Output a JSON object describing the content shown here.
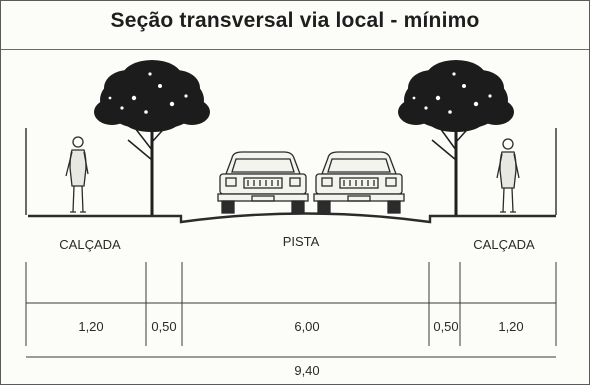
{
  "title": "Seção transversal via local - mínimo",
  "zones": {
    "left_sidewalk": "CALÇADA",
    "roadway": "PISTA",
    "right_sidewalk": "CALÇADA"
  },
  "dimensions": {
    "left_sidewalk": "1,20",
    "left_gutter": "0,50",
    "roadway": "6,00",
    "right_gutter": "0,50",
    "right_sidewalk": "1,20",
    "total": "9,40"
  },
  "colors": {
    "ink": "#2b2b2b",
    "tree": "#1f1f1f",
    "paper": "#fcfcf9"
  },
  "icons": [
    "tree-icon",
    "pedestrian-icon",
    "car-icon"
  ]
}
